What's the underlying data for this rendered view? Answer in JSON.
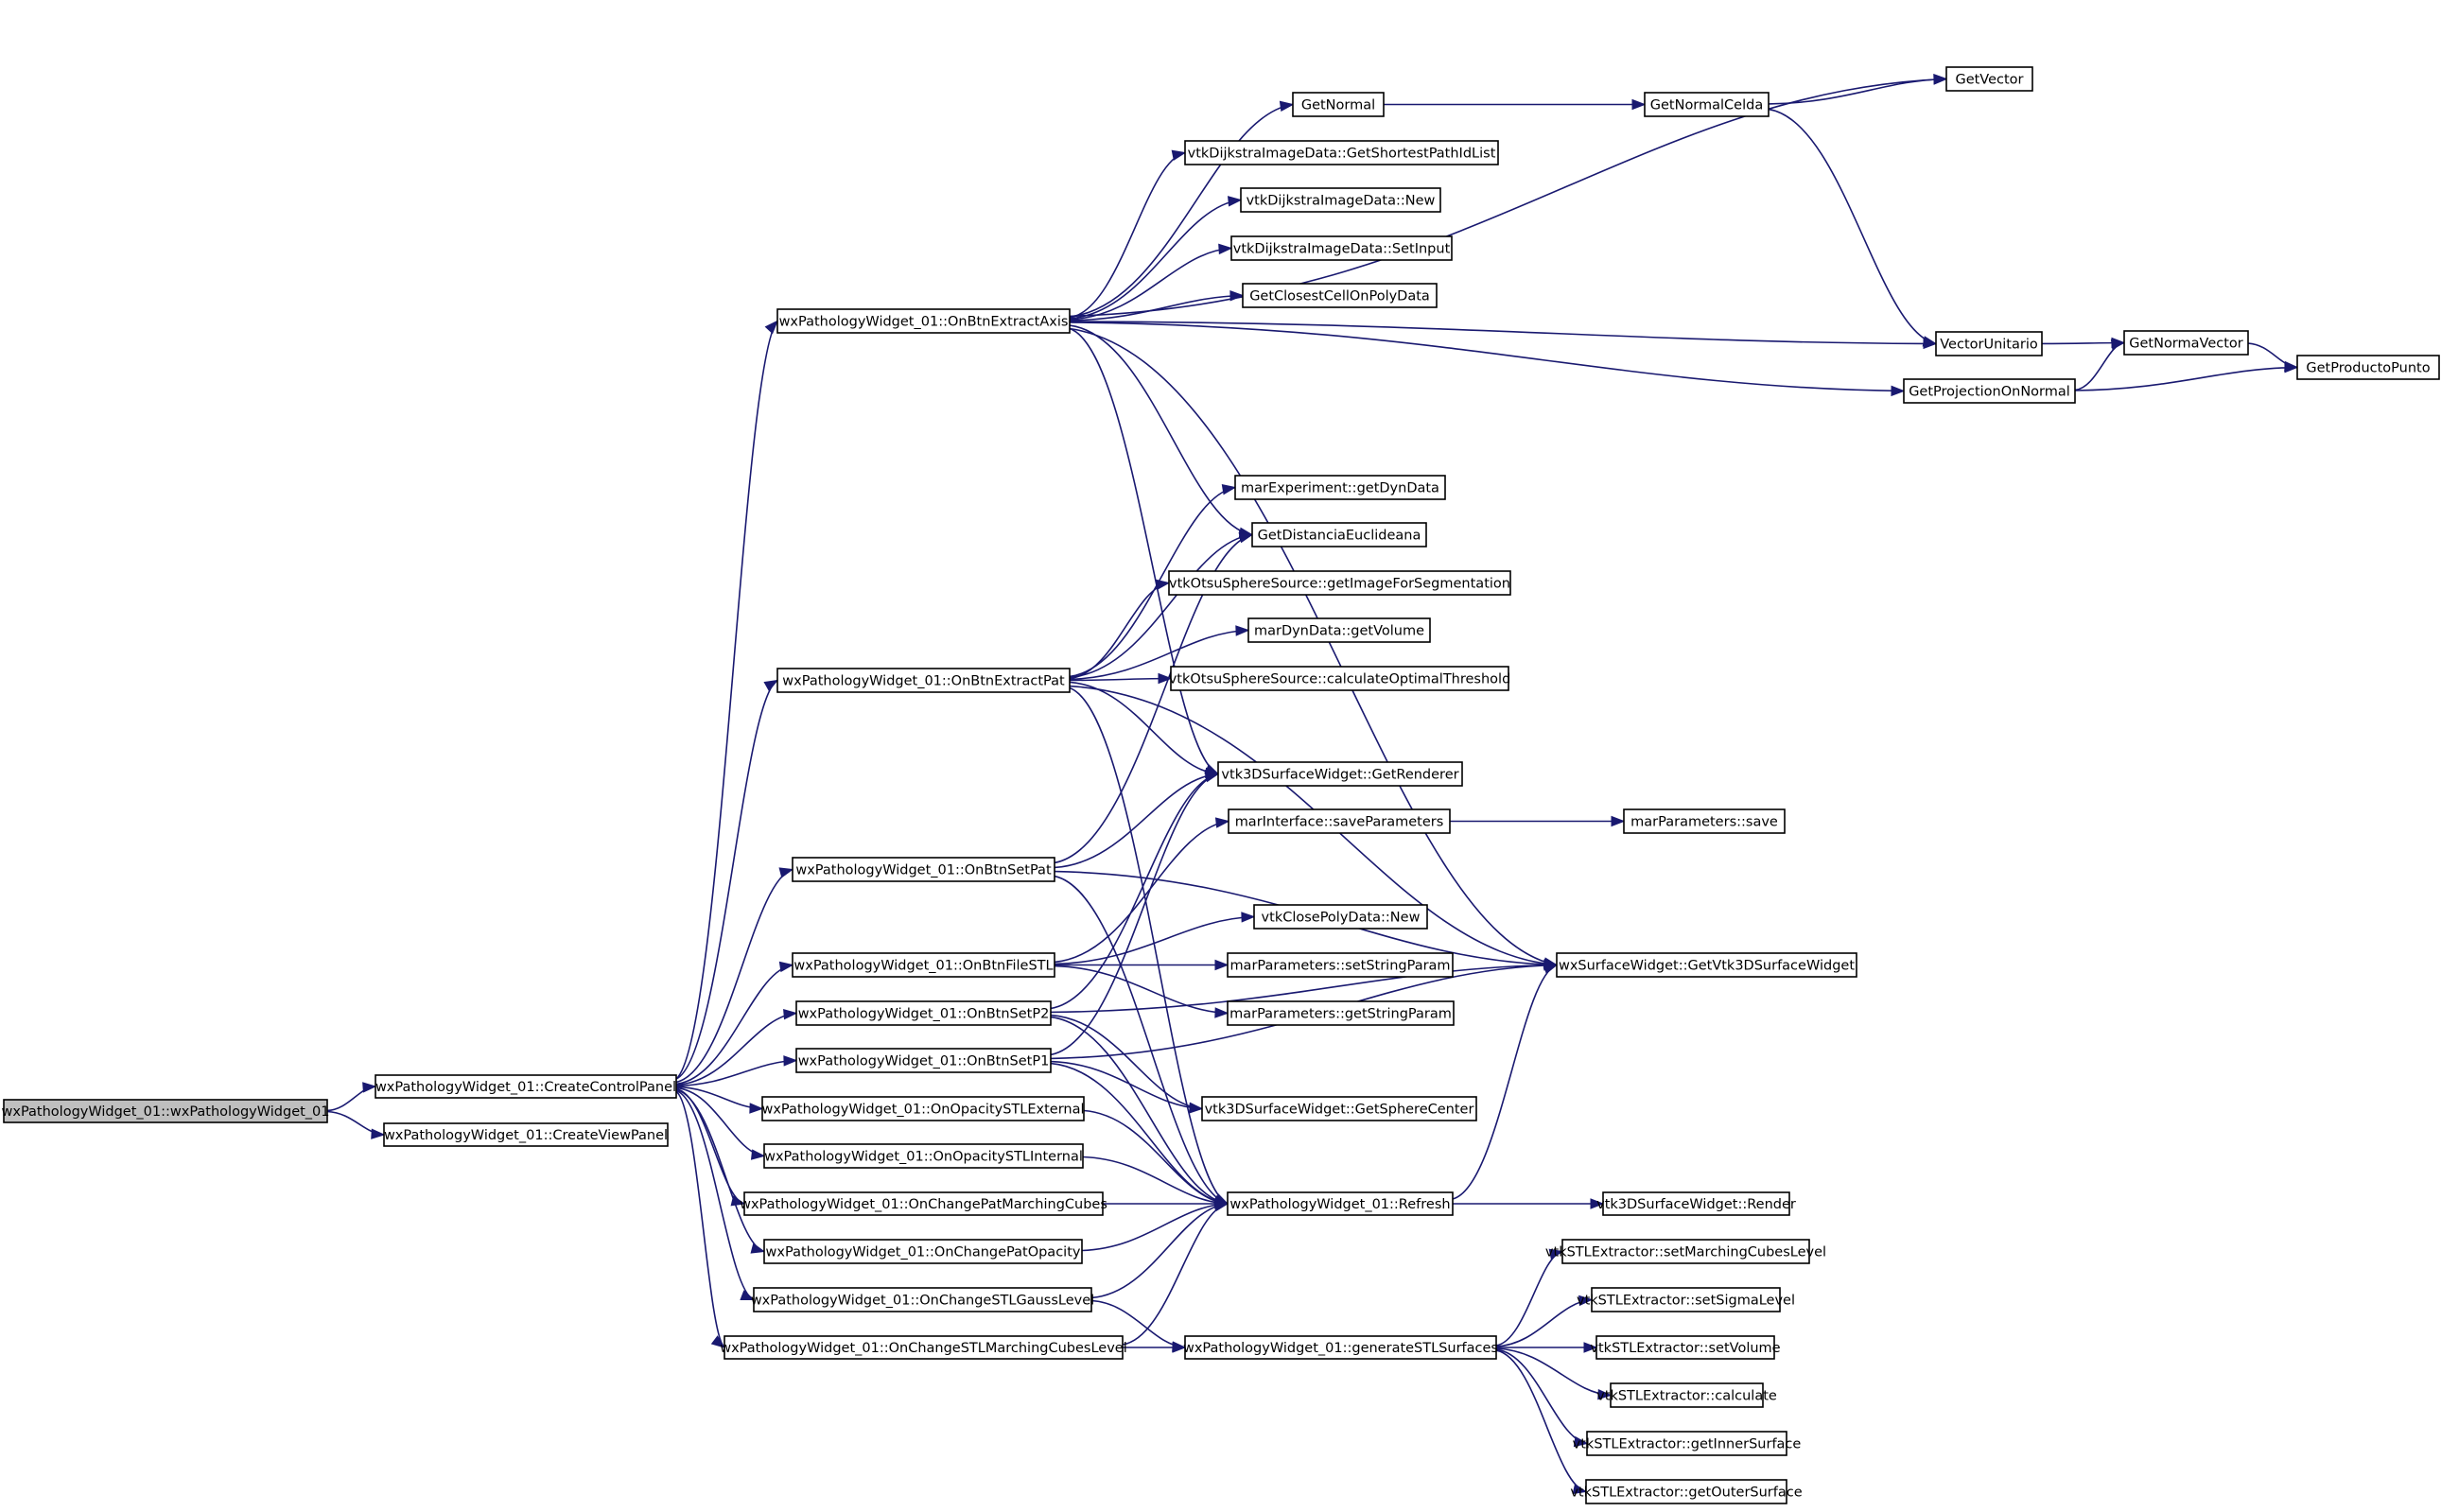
{
  "nodes": [
    {
      "id": "root",
      "label": "wxPathologyWidget_01::wxPathologyWidget_01",
      "root": true
    },
    {
      "id": "createControl",
      "label": "wxPathologyWidget_01::CreateControlPanel"
    },
    {
      "id": "createView",
      "label": "wxPathologyWidget_01::CreateViewPanel"
    },
    {
      "id": "extractAxis",
      "label": "wxPathologyWidget_01::OnBtnExtractAxis"
    },
    {
      "id": "extractPat",
      "label": "wxPathologyWidget_01::OnBtnExtractPat"
    },
    {
      "id": "setPat",
      "label": "wxPathologyWidget_01::OnBtnSetPat"
    },
    {
      "id": "fileSTL",
      "label": "wxPathologyWidget_01::OnBtnFileSTL"
    },
    {
      "id": "setP2",
      "label": "wxPathologyWidget_01::OnBtnSetP2"
    },
    {
      "id": "setP1",
      "label": "wxPathologyWidget_01::OnBtnSetP1"
    },
    {
      "id": "opExt",
      "label": "wxPathologyWidget_01::OnOpacitySTLExternal"
    },
    {
      "id": "opInt",
      "label": "wxPathologyWidget_01::OnOpacitySTLInternal"
    },
    {
      "id": "chgMC",
      "label": "wxPathologyWidget_01::OnChangePatMarchingCubes"
    },
    {
      "id": "chgOp",
      "label": "wxPathologyWidget_01::OnChangePatOpacity"
    },
    {
      "id": "chgGauss",
      "label": "wxPathologyWidget_01::OnChangeSTLGaussLevel"
    },
    {
      "id": "chgSTLMC",
      "label": "wxPathologyWidget_01::OnChangeSTLMarchingCubesLevel"
    },
    {
      "id": "getNormal",
      "label": "GetNormal"
    },
    {
      "id": "shortest",
      "label": "vtkDijkstraImageData::GetShortestPathIdList"
    },
    {
      "id": "dijNew",
      "label": "vtkDijkstraImageData::New"
    },
    {
      "id": "dijSetInput",
      "label": "vtkDijkstraImageData::SetInput"
    },
    {
      "id": "closestCell",
      "label": "GetClosestCellOnPolyData"
    },
    {
      "id": "getDyn",
      "label": "marExperiment::getDynData"
    },
    {
      "id": "distEuc",
      "label": "GetDistanciaEuclideana"
    },
    {
      "id": "otsuImg",
      "label": "vtkOtsuSphereSource::getImageForSegmentation"
    },
    {
      "id": "getVolume",
      "label": "marDynData::getVolume"
    },
    {
      "id": "otsuCalc",
      "label": "vtkOtsuSphereSource::calculateOptimalThreshold"
    },
    {
      "id": "getRenderer",
      "label": "vtk3DSurfaceWidget::GetRenderer"
    },
    {
      "id": "saveParams",
      "label": "marInterface::saveParameters"
    },
    {
      "id": "closePoly",
      "label": "vtkClosePolyData::New"
    },
    {
      "id": "setStr",
      "label": "marParameters::setStringParam"
    },
    {
      "id": "getStr",
      "label": "marParameters::getStringParam"
    },
    {
      "id": "sphereCenter",
      "label": "vtk3DSurfaceWidget::GetSphereCenter"
    },
    {
      "id": "refresh",
      "label": "wxPathologyWidget_01::Refresh"
    },
    {
      "id": "genSTL",
      "label": "wxPathologyWidget_01::generateSTLSurfaces"
    },
    {
      "id": "normalCelda",
      "label": "GetNormalCelda"
    },
    {
      "id": "getVector",
      "label": "GetVector"
    },
    {
      "id": "vecUnit",
      "label": "VectorUnitario"
    },
    {
      "id": "projNormal",
      "label": "GetProjectionOnNormal"
    },
    {
      "id": "normaVec",
      "label": "GetNormaVector"
    },
    {
      "id": "prodPunto",
      "label": "GetProductoPunto"
    },
    {
      "id": "mpSave",
      "label": "marParameters::save"
    },
    {
      "id": "getVtk3D",
      "label": "wxSurfaceWidget::GetVtk3DSurfaceWidget"
    },
    {
      "id": "render",
      "label": "vtk3DSurfaceWidget::Render"
    },
    {
      "id": "setMCL",
      "label": "vtkSTLExtractor::setMarchingCubesLevel"
    },
    {
      "id": "setSigma",
      "label": "vtkSTLExtractor::setSigmaLevel"
    },
    {
      "id": "setVol",
      "label": "vtkSTLExtractor::setVolume"
    },
    {
      "id": "calc",
      "label": "vtkSTLExtractor::calculate"
    },
    {
      "id": "inner",
      "label": "vtkSTLExtractor::getInnerSurface"
    },
    {
      "id": "outer",
      "label": "vtkSTLExtractor::getOuterSurface"
    }
  ],
  "edges": [
    [
      "root",
      "createControl"
    ],
    [
      "root",
      "createView"
    ],
    [
      "createControl",
      "extractAxis"
    ],
    [
      "createControl",
      "extractPat"
    ],
    [
      "createControl",
      "setPat"
    ],
    [
      "createControl",
      "fileSTL"
    ],
    [
      "createControl",
      "setP2"
    ],
    [
      "createControl",
      "setP1"
    ],
    [
      "createControl",
      "opExt"
    ],
    [
      "createControl",
      "opInt"
    ],
    [
      "createControl",
      "chgMC"
    ],
    [
      "createControl",
      "chgOp"
    ],
    [
      "createControl",
      "chgGauss"
    ],
    [
      "createControl",
      "chgSTLMC"
    ],
    [
      "extractAxis",
      "getVector"
    ],
    [
      "extractAxis",
      "getNormal"
    ],
    [
      "extractAxis",
      "shortest"
    ],
    [
      "extractAxis",
      "dijNew"
    ],
    [
      "extractAxis",
      "dijSetInput"
    ],
    [
      "extractAxis",
      "closestCell"
    ],
    [
      "extractAxis",
      "vecUnit"
    ],
    [
      "extractAxis",
      "projNormal"
    ],
    [
      "extractAxis",
      "distEuc"
    ],
    [
      "extractAxis",
      "getRenderer"
    ],
    [
      "extractAxis",
      "getVtk3D"
    ],
    [
      "getNormal",
      "normalCelda"
    ],
    [
      "normalCelda",
      "getVector"
    ],
    [
      "normalCelda",
      "vecUnit"
    ],
    [
      "vecUnit",
      "normaVec"
    ],
    [
      "projNormal",
      "normaVec"
    ],
    [
      "projNormal",
      "prodPunto"
    ],
    [
      "normaVec",
      "prodPunto"
    ],
    [
      "extractPat",
      "getDyn"
    ],
    [
      "extractPat",
      "distEuc"
    ],
    [
      "extractPat",
      "otsuImg"
    ],
    [
      "extractPat",
      "getVolume"
    ],
    [
      "extractPat",
      "otsuCalc"
    ],
    [
      "extractPat",
      "getRenderer"
    ],
    [
      "extractPat",
      "getVtk3D"
    ],
    [
      "extractPat",
      "refresh"
    ],
    [
      "setPat",
      "distEuc"
    ],
    [
      "setPat",
      "getRenderer"
    ],
    [
      "setPat",
      "getVtk3D"
    ],
    [
      "setPat",
      "refresh"
    ],
    [
      "fileSTL",
      "saveParams"
    ],
    [
      "fileSTL",
      "closePoly"
    ],
    [
      "fileSTL",
      "setStr"
    ],
    [
      "fileSTL",
      "getStr"
    ],
    [
      "saveParams",
      "mpSave"
    ],
    [
      "setP2",
      "getRenderer"
    ],
    [
      "setP2",
      "sphereCenter"
    ],
    [
      "setP2",
      "getVtk3D"
    ],
    [
      "setP2",
      "refresh"
    ],
    [
      "setP1",
      "getRenderer"
    ],
    [
      "setP1",
      "sphereCenter"
    ],
    [
      "setP1",
      "getVtk3D"
    ],
    [
      "setP1",
      "refresh"
    ],
    [
      "opExt",
      "refresh"
    ],
    [
      "opInt",
      "refresh"
    ],
    [
      "chgMC",
      "refresh"
    ],
    [
      "chgOp",
      "refresh"
    ],
    [
      "chgGauss",
      "refresh"
    ],
    [
      "chgGauss",
      "genSTL"
    ],
    [
      "chgSTLMC",
      "refresh"
    ],
    [
      "chgSTLMC",
      "genSTL"
    ],
    [
      "refresh",
      "getVtk3D"
    ],
    [
      "refresh",
      "render"
    ],
    [
      "genSTL",
      "setMCL"
    ],
    [
      "genSTL",
      "setSigma"
    ],
    [
      "genSTL",
      "setVol"
    ],
    [
      "genSTL",
      "calc"
    ],
    [
      "genSTL",
      "inner"
    ],
    [
      "genSTL",
      "outer"
    ]
  ]
}
